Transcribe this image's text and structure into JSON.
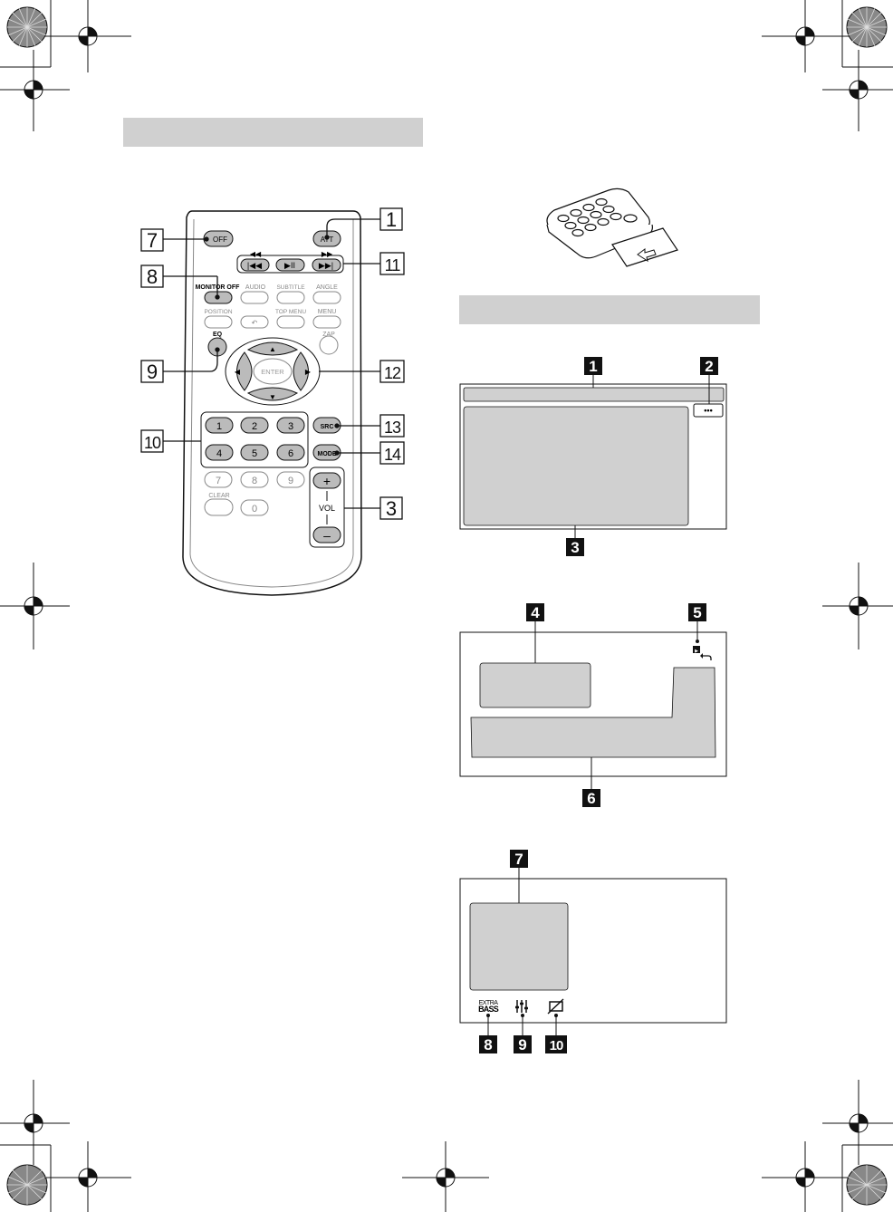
{
  "remote": {
    "buttons": {
      "off": "OFF",
      "att": "ATT",
      "monitor_off": "MONITOR OFF",
      "audio": "AUDIO",
      "subtitle": "SUBTITLE",
      "angle": "ANGLE",
      "position": "POSITION",
      "top_menu": "TOP MENU",
      "menu": "MENU",
      "zap": "ZAP",
      "eq": "EQ",
      "enter": "ENTER",
      "src": "SRC",
      "mode": "MODE",
      "clear": "CLEAR",
      "vol": "VOL",
      "vol_plus": "+",
      "vol_minus": "–",
      "n1": "1",
      "n2": "2",
      "n3": "3",
      "n4": "4",
      "n5": "5",
      "n6": "6",
      "n7": "7",
      "n8": "8",
      "n9": "9",
      "n0": "0"
    },
    "callouts": {
      "c1": "1",
      "c3": "3",
      "c7": "7",
      "c8": "8",
      "c9": "9",
      "c10": "10",
      "c11": "11",
      "c12": "12",
      "c13": "13",
      "c14": "14"
    }
  },
  "screens": {
    "callouts": {
      "b1": "1",
      "b2": "2",
      "b3": "3",
      "b4": "4",
      "b5": "5",
      "b6": "6",
      "b7": "7",
      "b8": "8",
      "b9": "9",
      "b10": "10"
    },
    "screen1": {
      "more_button": "•••"
    },
    "screen3": {
      "extra_label": "EXTRA",
      "bass_label": "BASS"
    }
  }
}
